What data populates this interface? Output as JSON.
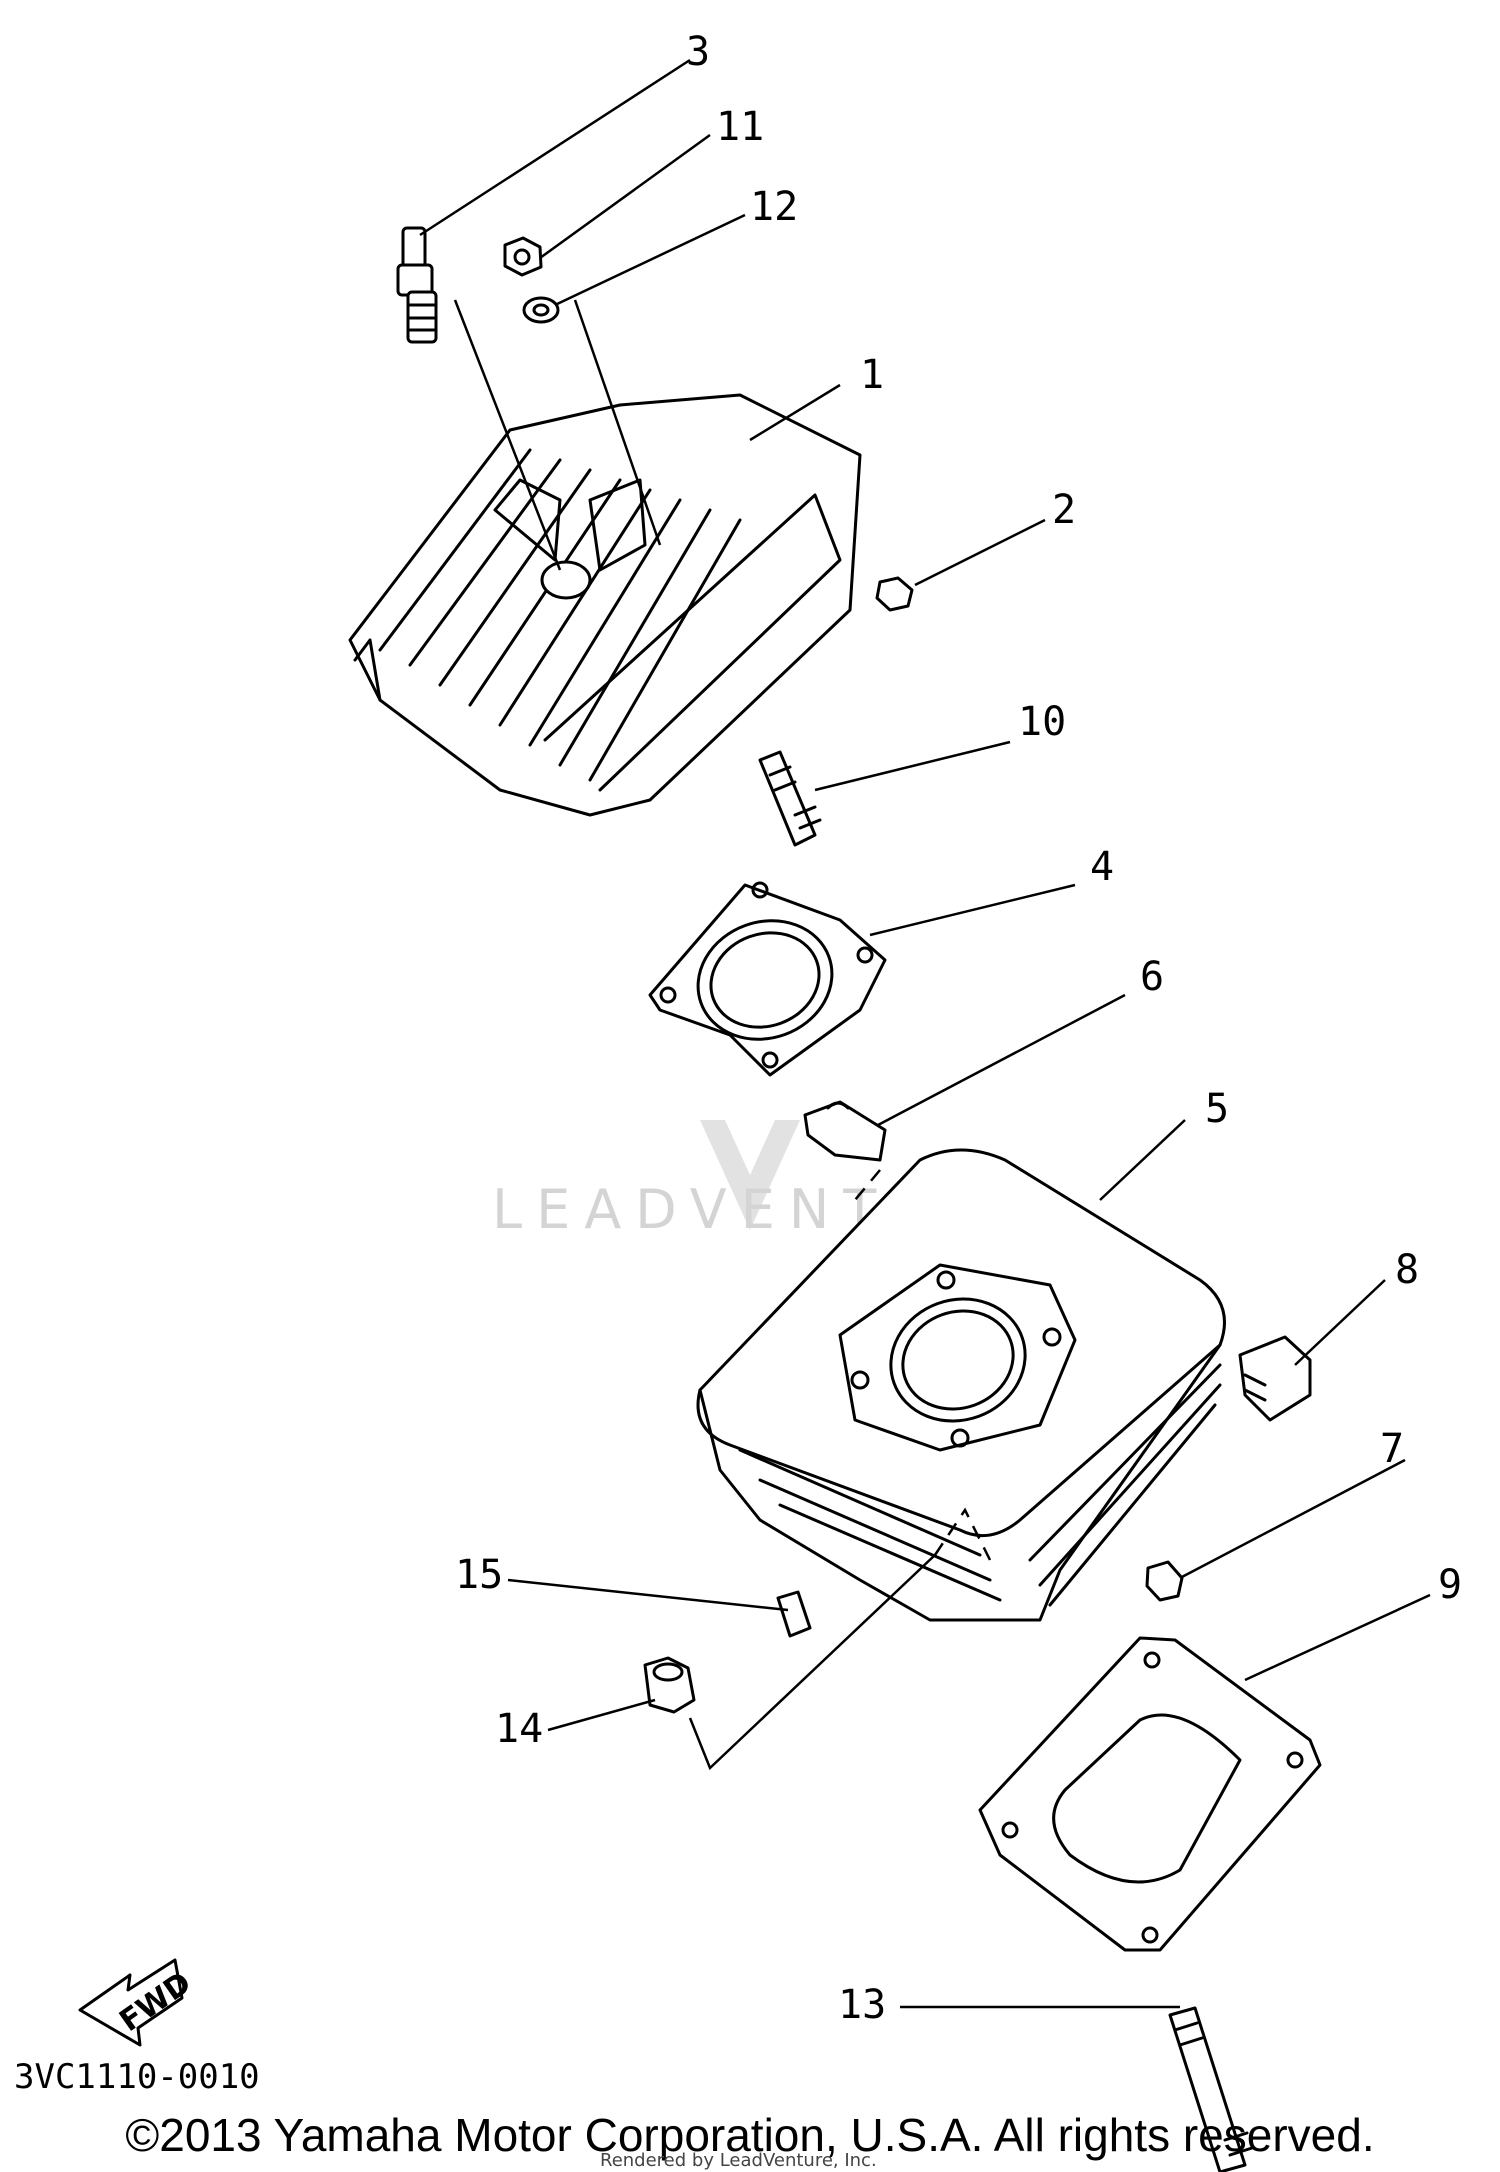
{
  "diagram": {
    "code": "3VC1110-0010",
    "fwd_label": "FWD",
    "watermark": "LEADVENTURE",
    "callouts": [
      "1",
      "2",
      "3",
      "4",
      "5",
      "6",
      "7",
      "8",
      "9",
      "10",
      "11",
      "12",
      "13",
      "14",
      "15"
    ]
  },
  "footer": {
    "copyright": "©2013 Yamaha Motor Corporation, U.S.A. All rights reserved.",
    "rendered_by": "Rendered by LeadVenture, Inc."
  }
}
